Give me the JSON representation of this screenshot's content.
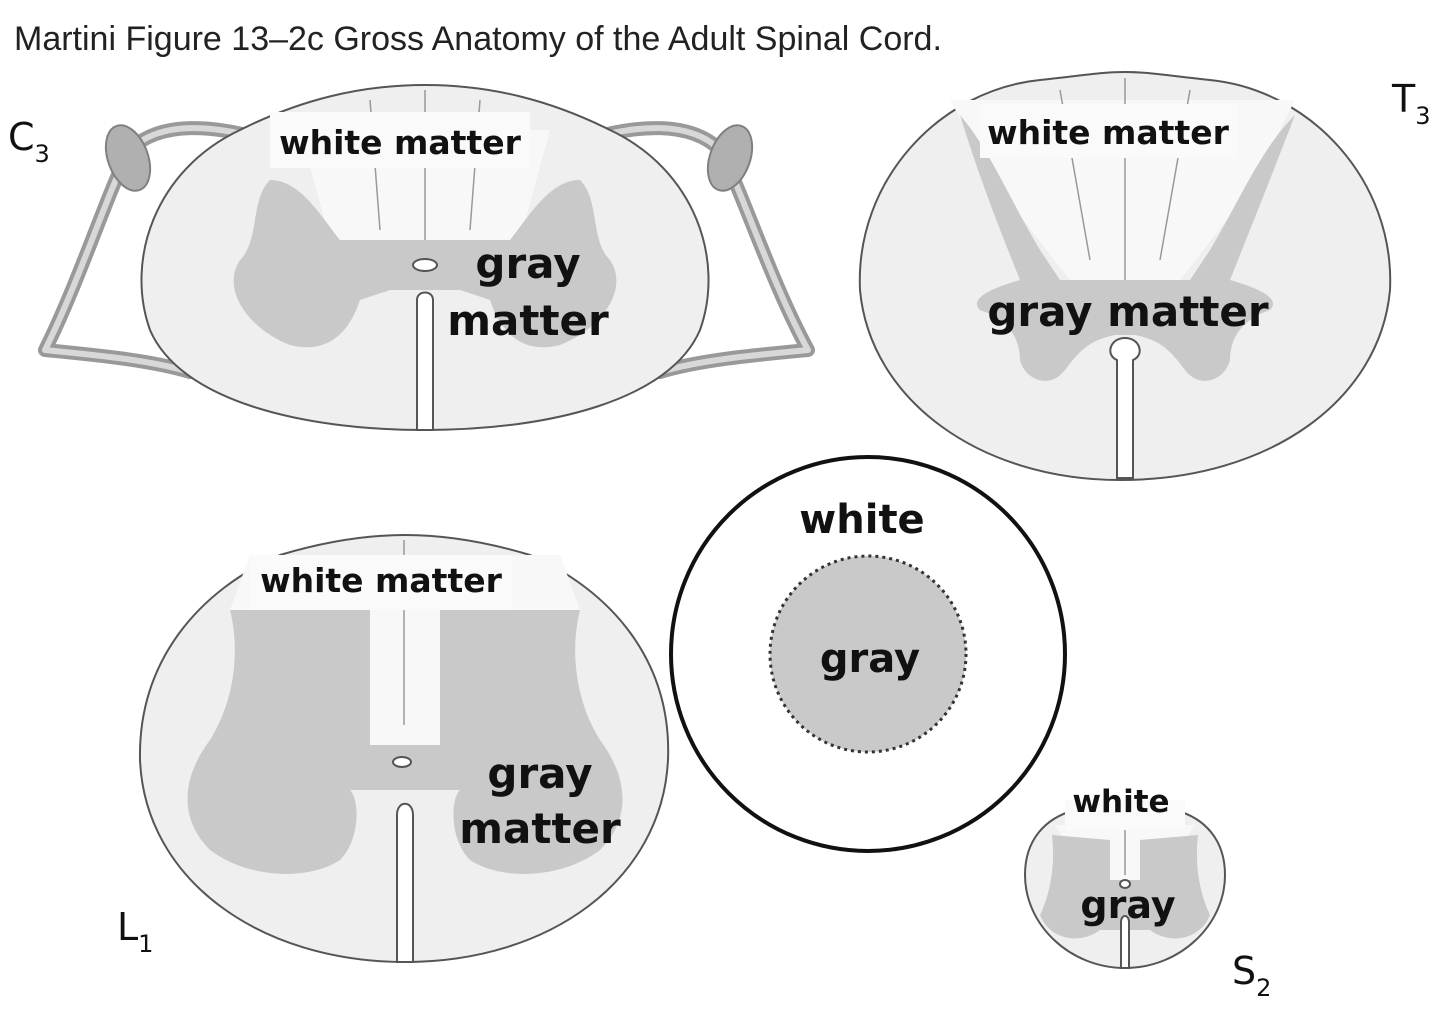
{
  "title": "Martini Figure 13–2c Gross Anatomy of the Adult Spinal Cord.",
  "segments": {
    "c3": {
      "letter": "C",
      "sub": "3",
      "white_label": "white matter",
      "gray_label_line1": "gray",
      "gray_label_line2": "matter"
    },
    "t3": {
      "letter": "T",
      "sub": "3",
      "white_label": "white matter",
      "gray_label": "gray matter"
    },
    "l1": {
      "letter": "L",
      "sub": "1",
      "white_label": "white matter",
      "gray_label_line1": "gray",
      "gray_label_line2": "matter"
    },
    "s2": {
      "letter": "S",
      "sub": "2",
      "white_label": "white",
      "gray_label": "gray"
    }
  },
  "schematic": {
    "outer_label": "white",
    "inner_label": "gray"
  }
}
